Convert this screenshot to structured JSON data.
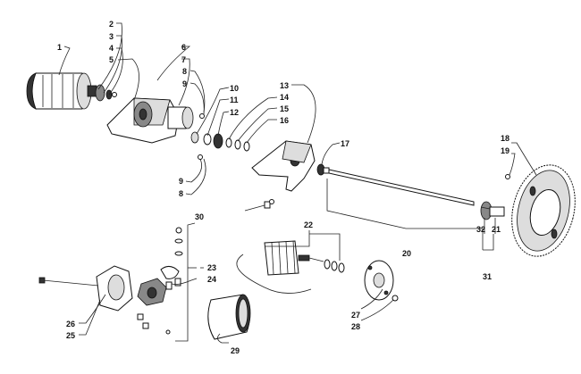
{
  "labels": [
    "1",
    "2",
    "3",
    "4",
    "5",
    "6",
    "7",
    "8",
    "9",
    "10",
    "11",
    "12",
    "13",
    "14",
    "15",
    "16",
    "17",
    "18",
    "19",
    "20",
    "21",
    "22",
    "23",
    "24",
    "25",
    "26",
    "27",
    "28",
    "29",
    "30",
    "31",
    "32",
    "9",
    "8"
  ],
  "icons": [
    "starter-motor-icon",
    "bracket-icon",
    "shaft-icon",
    "ring-gear-icon",
    "armature-icon",
    "end-cap-icon",
    "housing-icon",
    "brush-plate-icon"
  ]
}
